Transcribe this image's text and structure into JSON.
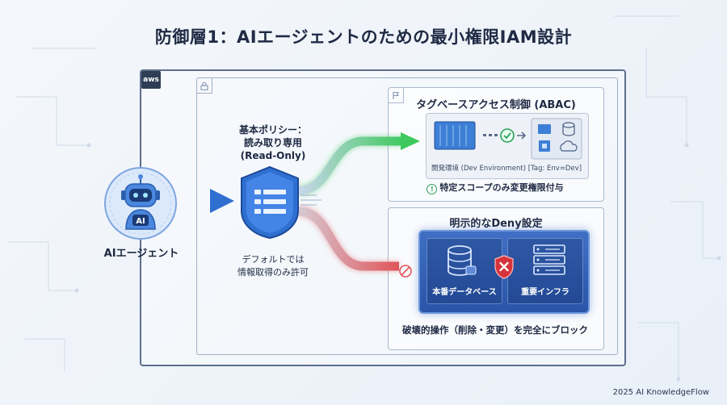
{
  "title": "防御層1：AIエージェントのための最小権限IAM設計",
  "aws_logo": "aws",
  "agent": {
    "badge": "AI",
    "label": "AIエージェント"
  },
  "policy": {
    "title_line1": "基本ポリシー：",
    "title_line2": "読み取り専用",
    "title_line3": "(Read-Only)",
    "note_line1": "デフォルトでは",
    "note_line2": "情報取得のみ許可"
  },
  "abac": {
    "title": "タグベースアクセス制御 (ABAC)",
    "env_text": "開発環境 (Dev Environment) [Tag: Env=Dev]",
    "scope_text": "特定スコープのみ変更権限付与"
  },
  "deny": {
    "title": "明示的なDeny設定",
    "db_label": "本番データベース",
    "infra_label": "重要インフラ",
    "caption": "破壊的操作（削除・変更）を完全にブロック"
  },
  "colors": {
    "allow": "#3ec95e",
    "deny": "#e0555a",
    "accent": "#2f6fd0"
  },
  "footer": "2025 AI KnowledgeFlow"
}
